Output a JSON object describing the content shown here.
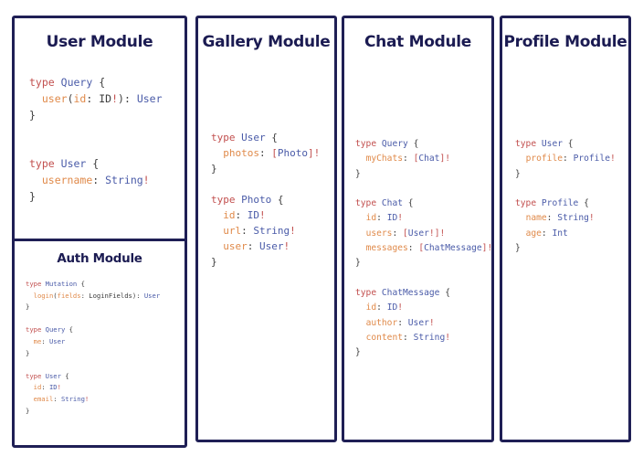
{
  "colors": {
    "panel_border": "#1f1f55",
    "title": "#1b1b52",
    "keyword": "#c2504f",
    "type": "#4a5ba8",
    "field": "#e08a4a",
    "punctuation": "#3c3c3c",
    "background": "#ffffff"
  },
  "panels": [
    {
      "id": "user",
      "title": "User Module",
      "code": "type Query {\n  user(id: ID!): User\n}\n\n\ntype User {\n  username: String!\n}",
      "types": [
        {
          "keyword": "type",
          "name": "Query",
          "fields": [
            {
              "name": "user",
              "args": "(id: ID!)",
              "type": "User"
            }
          ]
        },
        {
          "keyword": "type",
          "name": "User",
          "fields": [
            {
              "name": "username",
              "args": "",
              "type": "String!"
            }
          ]
        }
      ]
    },
    {
      "id": "auth",
      "title": "Auth Module",
      "nested_in": "user",
      "code": "type Mutation {\n  login(fields: LoginFields): User\n}\n\ntype Query {\n  me: User\n}\n\ntype User {\n  id: ID!\n  email: String!\n}",
      "types": [
        {
          "keyword": "type",
          "name": "Mutation",
          "fields": [
            {
              "name": "login",
              "args": "(fields: LoginFields)",
              "type": "User"
            }
          ]
        },
        {
          "keyword": "type",
          "name": "Query",
          "fields": [
            {
              "name": "me",
              "args": "",
              "type": "User"
            }
          ]
        },
        {
          "keyword": "type",
          "name": "User",
          "fields": [
            {
              "name": "id",
              "args": "",
              "type": "ID!"
            },
            {
              "name": "email",
              "args": "",
              "type": "String!"
            }
          ]
        }
      ]
    },
    {
      "id": "gallery",
      "title": "Gallery Module",
      "code": "type User {\n  photos: [Photo]!\n}\n\ntype Photo {\n  id: ID!\n  url: String!\n  user: User!\n}",
      "types": [
        {
          "keyword": "type",
          "name": "User",
          "fields": [
            {
              "name": "photos",
              "args": "",
              "type": "[Photo]!"
            }
          ]
        },
        {
          "keyword": "type",
          "name": "Photo",
          "fields": [
            {
              "name": "id",
              "args": "",
              "type": "ID!"
            },
            {
              "name": "url",
              "args": "",
              "type": "String!"
            },
            {
              "name": "user",
              "args": "",
              "type": "User!"
            }
          ]
        }
      ]
    },
    {
      "id": "chat",
      "title": "Chat Module",
      "code": "type Query {\n  myChats: [Chat]!\n}\n\ntype Chat {\n  id: ID!\n  users: [User!]!\n  messages: [ChatMessage]!\n}\n\ntype ChatMessage {\n  id: ID!\n  author: User!\n  content: String!\n}",
      "types": [
        {
          "keyword": "type",
          "name": "Query",
          "fields": [
            {
              "name": "myChats",
              "args": "",
              "type": "[Chat]!"
            }
          ]
        },
        {
          "keyword": "type",
          "name": "Chat",
          "fields": [
            {
              "name": "id",
              "args": "",
              "type": "ID!"
            },
            {
              "name": "users",
              "args": "",
              "type": "[User!]!"
            },
            {
              "name": "messages",
              "args": "",
              "type": "[ChatMessage]!"
            }
          ]
        },
        {
          "keyword": "type",
          "name": "ChatMessage",
          "fields": [
            {
              "name": "id",
              "args": "",
              "type": "ID!"
            },
            {
              "name": "author",
              "args": "",
              "type": "User!"
            },
            {
              "name": "content",
              "args": "",
              "type": "String!"
            }
          ]
        }
      ]
    },
    {
      "id": "profile",
      "title": "Profile Module",
      "code": "type User {\n  profile: Profile!\n}\n\ntype Profile {\n  name: String!\n  age: Int\n}",
      "types": [
        {
          "keyword": "type",
          "name": "User",
          "fields": [
            {
              "name": "profile",
              "args": "",
              "type": "Profile!"
            }
          ]
        },
        {
          "keyword": "type",
          "name": "Profile",
          "fields": [
            {
              "name": "name",
              "args": "",
              "type": "String!"
            },
            {
              "name": "age",
              "args": "",
              "type": "Int"
            }
          ]
        }
      ]
    }
  ]
}
